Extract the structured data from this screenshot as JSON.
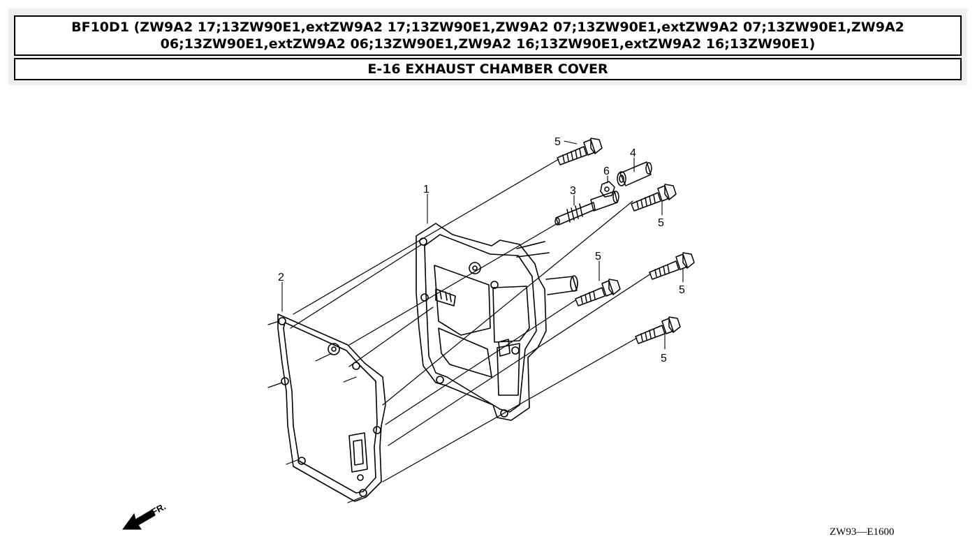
{
  "header": {
    "title": "BF10D1 (ZW9A2 17;13ZW90E1,extZW9A2 17;13ZW90E1,ZW9A2 07;13ZW90E1,extZW9A2 07;13ZW90E1,ZW9A2 06;13ZW90E1,extZW9A2 06;13ZW90E1,ZW9A2 16;13ZW90E1,extZW9A2 16;13ZW90E1)",
    "section": "E-16 EXHAUST CHAMBER COVER"
  },
  "diagram": {
    "callouts": [
      "1",
      "2",
      "3",
      "4",
      "5",
      "5",
      "5",
      "5",
      "5",
      "6"
    ],
    "direction_label": "FR.",
    "drawing_code": "ZW93—E1600"
  }
}
